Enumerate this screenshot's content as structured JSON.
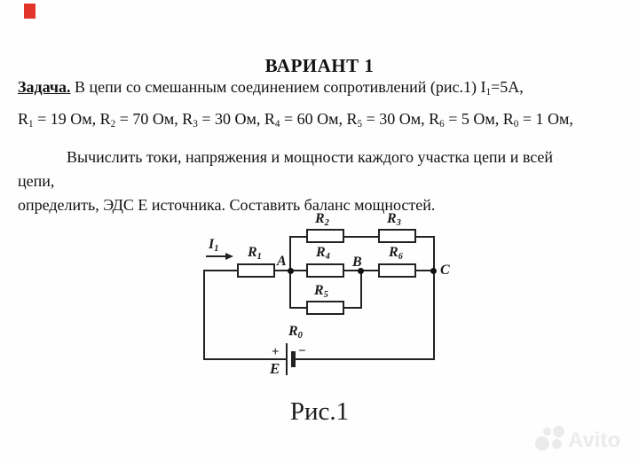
{
  "page": {
    "title": "ВАРИАНТ 1",
    "accent_red": "#e3342b"
  },
  "task": {
    "intro": [
      {
        "t": "Задача.",
        "b": true,
        "u": true
      },
      {
        "t": "  В цепи со смешанным соединением сопротивлений (рис.1) I"
      },
      {
        "t": "1",
        "sub": true
      },
      {
        "t": "=5А,"
      }
    ],
    "resistors": [
      {
        "t": "R"
      },
      {
        "t": "1",
        "sub": true
      },
      {
        "t": " = 19 Ом, R"
      },
      {
        "t": "2",
        "sub": true
      },
      {
        "t": " = 70 Ом, R"
      },
      {
        "t": "3",
        "sub": true
      },
      {
        "t": " = 30 Ом, R"
      },
      {
        "t": "4",
        "sub": true
      },
      {
        "t": " = 60 Ом, R"
      },
      {
        "t": "5",
        "sub": true
      },
      {
        "t": " = 30 Ом, R"
      },
      {
        "t": "6",
        "sub": true
      },
      {
        "t": " = 5 Ом, R"
      },
      {
        "t": "0",
        "sub": true
      },
      {
        "t": " = 1 Ом,"
      }
    ],
    "body": [
      {
        "t": "Вычислить токи, напряжения и мощности каждого участка цепи и всей цепи,"
      },
      {
        "br": true
      },
      {
        "t": "определить, ЭДС Е источника. Составить баланс мощностей."
      }
    ]
  },
  "circuit": {
    "labels": {
      "i1": {
        "base": "I",
        "sub": "1"
      },
      "r1": {
        "base": "R",
        "sub": "1"
      },
      "r2": {
        "base": "R",
        "sub": "2"
      },
      "r3": {
        "base": "R",
        "sub": "3"
      },
      "r4": {
        "base": "R",
        "sub": "4"
      },
      "r5": {
        "base": "R",
        "sub": "5"
      },
      "r6": {
        "base": "R",
        "sub": "6"
      },
      "r0": {
        "base": "R",
        "sub": "0"
      },
      "node_a": "A",
      "node_b": "B",
      "node_c": "C",
      "battery_plus": "+",
      "battery_minus": "−",
      "battery_e": "E"
    },
    "caption": "Рис.1"
  },
  "watermark": {
    "text": "Avito"
  }
}
